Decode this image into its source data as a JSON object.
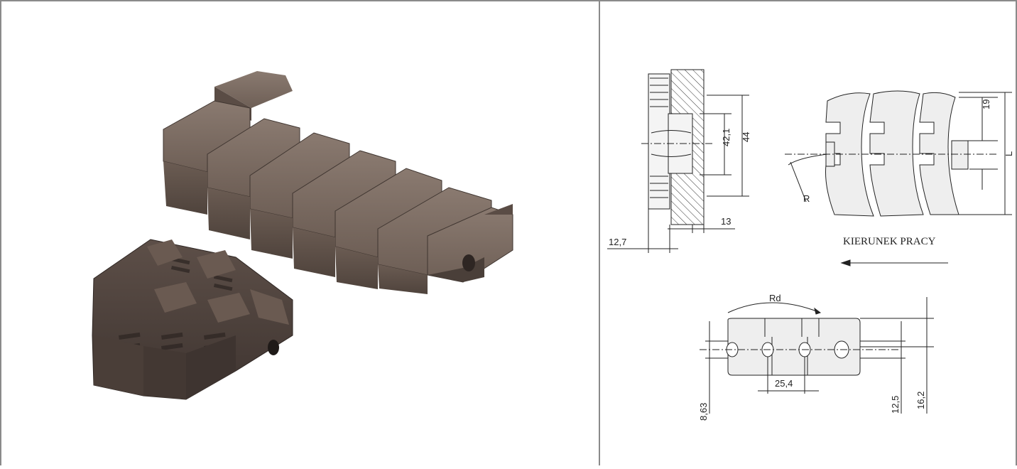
{
  "drawing": {
    "section_view": {
      "dim_pitch_inner": "42,1",
      "dim_pitch_outer": "44",
      "dim_thickness": "13",
      "dim_offset": "12,7"
    },
    "top_view": {
      "dim_top": "19",
      "dim_length": "L",
      "radius_label": "R"
    },
    "direction": {
      "label": "KIERUNEK PRACY"
    },
    "side_view": {
      "radius_label": "Rd",
      "dim_pitch": "25,4",
      "dim_left_height": "8,63",
      "dim_right_inner": "12,5",
      "dim_right_outer": "16,2"
    }
  }
}
